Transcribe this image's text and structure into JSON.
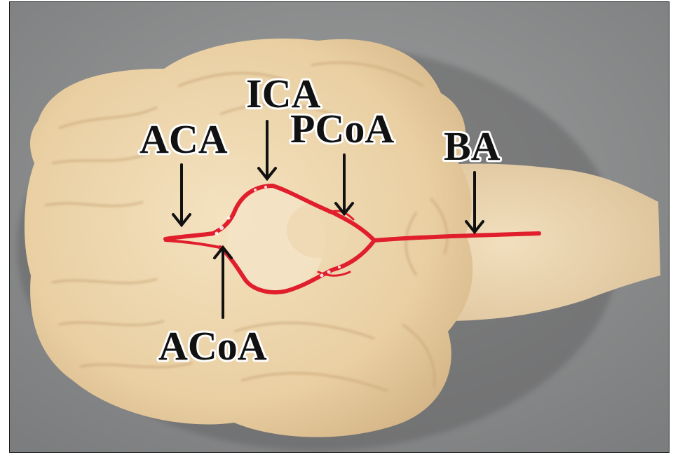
{
  "figure": {
    "labels": {
      "ica": "ICA",
      "pcoa": "PCoA",
      "aca": "ACA",
      "ba": "BA",
      "acoa": "ACoA"
    },
    "colors": {
      "background": "#8d8e8e",
      "tissue": "#ebd2a8",
      "artery": "#e01e2c",
      "arrow": "#111111",
      "label_outline": "#ffffff"
    }
  }
}
